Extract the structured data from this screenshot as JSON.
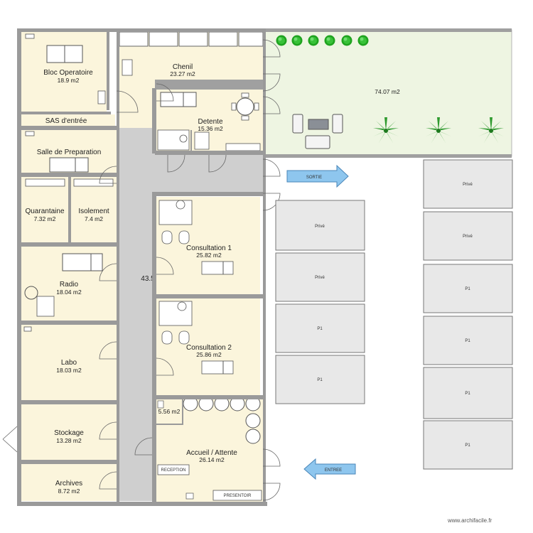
{
  "rooms": {
    "bloc": {
      "name": "Bloc Operatoire",
      "area": "18.9 m2"
    },
    "sas": {
      "name": "SAS d'entrée"
    },
    "preparation": {
      "name": "Salle de Preparation"
    },
    "quarantaine": {
      "name": "Quarantaine",
      "area": "7.32 m2"
    },
    "isolement": {
      "name": "Isolement",
      "area": "7.4 m2"
    },
    "radio": {
      "name": "Radio",
      "area": "18.04 m2"
    },
    "labo": {
      "name": "Labo",
      "area": "18.03 m2"
    },
    "stockage": {
      "name": "Stockage",
      "area": "13.28 m2"
    },
    "archives": {
      "name": "Archives",
      "area": "8.72 m2"
    },
    "chenil": {
      "name": "Chenil",
      "area": "23.27 m2"
    },
    "detente": {
      "name": "Detente",
      "area": "15.36 m2"
    },
    "consultation1": {
      "name": "Consultation 1",
      "area": "25.82 m2"
    },
    "consultation2": {
      "name": "Consultation 2",
      "area": "25.86 m2"
    },
    "wc": {
      "area": "5.56 m2"
    },
    "accueil": {
      "name": "Accueil / Attente",
      "area": "26.14 m2"
    },
    "corridor": {
      "area": "43.5"
    },
    "garden": {
      "area": "74.07 m2"
    }
  },
  "furniture": {
    "reception": "RECEPTION",
    "presentoir": "PRESENTOIR"
  },
  "arrows": {
    "sortie": "SORTIE",
    "entree": "ENTREE"
  },
  "parking": {
    "left": [
      "Privé",
      "Privé",
      "P1",
      "P1"
    ],
    "right": [
      "Privé",
      "Privé",
      "P1",
      "P1",
      "P1",
      "P1"
    ]
  },
  "footer": {
    "credit": "www.archifacile.fr"
  },
  "colors": {
    "room_fill": "#fbf5dc",
    "wall": "#9a9a9a",
    "corridor": "#cfcfcf",
    "garden": "#eef5e2",
    "parking": "#e8e8e8",
    "arrow": "#8ec6ee"
  }
}
